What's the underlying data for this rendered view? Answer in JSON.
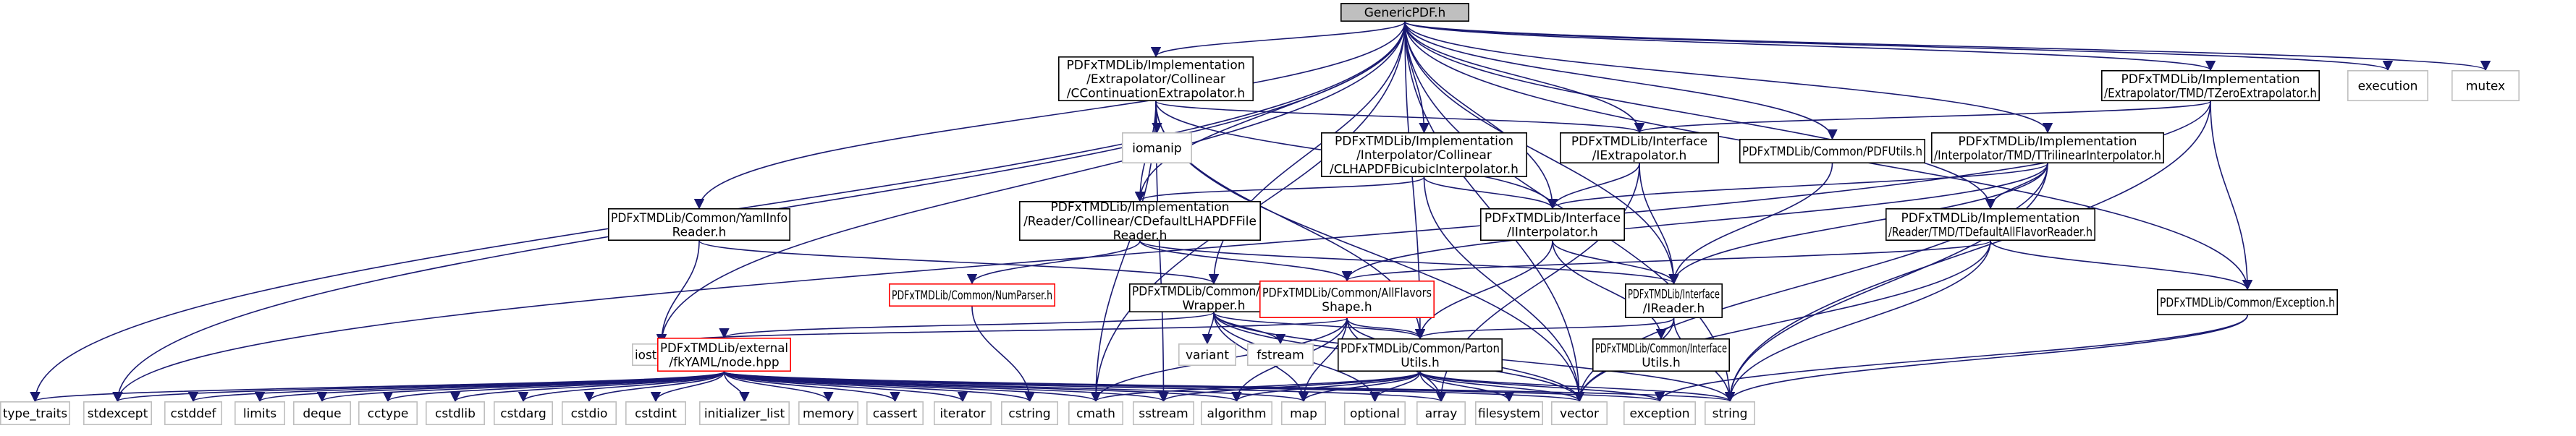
{
  "diagram": {
    "nodes": [
      {
        "id": "root",
        "lines": [
          "GenericPDF.h"
        ],
        "style": "root"
      },
      {
        "id": "cce",
        "lines": [
          "PDFxTMDLib/Implementation",
          "/Extrapolator/Collinear",
          "/CContinuationExtrapolator.h"
        ],
        "style": "normal"
      },
      {
        "id": "tze",
        "lines": [
          "PDFxTMDLib/Implementation",
          "/Extrapolator/TMD/TZeroExtrapolator.h"
        ],
        "style": "normal"
      },
      {
        "id": "execution",
        "lines": [
          "execution"
        ],
        "style": "system"
      },
      {
        "id": "mutex",
        "lines": [
          "mutex"
        ],
        "style": "system"
      },
      {
        "id": "iomanip",
        "lines": [
          "iomanip"
        ],
        "style": "system"
      },
      {
        "id": "iextrap",
        "lines": [
          "PDFxTMDLib/Interface",
          "/IExtrapolator.h"
        ],
        "style": "normal"
      },
      {
        "id": "bicubic",
        "lines": [
          "PDFxTMDLib/Implementation",
          "/Interpolator/Collinear",
          "/CLHAPDFBicubicInterpolator.h"
        ],
        "style": "normal"
      },
      {
        "id": "pdfutils",
        "lines": [
          "PDFxTMDLib/Common/PDFUtils.h"
        ],
        "style": "normal"
      },
      {
        "id": "trilinear",
        "lines": [
          "PDFxTMDLib/Implementation",
          "/Interpolator/TMD/TTrilinearInterpolator.h"
        ],
        "style": "normal"
      },
      {
        "id": "yaml",
        "lines": [
          "PDFxTMDLib/Common/YamlInfo",
          "Reader.h"
        ],
        "style": "normal"
      },
      {
        "id": "lhareader",
        "lines": [
          "PDFxTMDLib/Implementation",
          "/Reader/Collinear/CDefaultLHAPDFFile",
          "Reader.h"
        ],
        "style": "normal"
      },
      {
        "id": "iinterp",
        "lines": [
          "PDFxTMDLib/Interface",
          "/IInterpolator.h"
        ],
        "style": "normal"
      },
      {
        "id": "tdefault",
        "lines": [
          "PDFxTMDLib/Implementation",
          "/Reader/TMD/TDefaultAllFlavorReader.h"
        ],
        "style": "normal"
      },
      {
        "id": "numparser",
        "lines": [
          "PDFxTMDLib/Common/NumParser.h"
        ],
        "style": "missing"
      },
      {
        "id": "config",
        "lines": [
          "PDFxTMDLib/Common/Config",
          "Wrapper.h"
        ],
        "style": "normal"
      },
      {
        "id": "allflavors",
        "lines": [
          "PDFxTMDLib/Common/AllFlavors",
          "Shape.h"
        ],
        "style": "missing"
      },
      {
        "id": "ireader",
        "lines": [
          "PDFxTMDLib/Interface",
          "/IReader.h"
        ],
        "style": "normal"
      },
      {
        "id": "exceptionh",
        "lines": [
          "PDFxTMDLib/Common/Exception.h"
        ],
        "style": "normal"
      },
      {
        "id": "iostream",
        "lines": [
          "iostream"
        ],
        "style": "system"
      },
      {
        "id": "fkyaml",
        "lines": [
          "PDFxTMDLib/external",
          "/fkYAML/node.hpp"
        ],
        "style": "missing"
      },
      {
        "id": "variant",
        "lines": [
          "variant"
        ],
        "style": "system"
      },
      {
        "id": "fstream",
        "lines": [
          "fstream"
        ],
        "style": "system"
      },
      {
        "id": "parton",
        "lines": [
          "PDFxTMDLib/Common/Parton",
          "Utils.h"
        ],
        "style": "normal"
      },
      {
        "id": "ifaceutils",
        "lines": [
          "PDFxTMDLib/Common/Interface",
          "Utils.h"
        ],
        "style": "normal"
      },
      {
        "id": "type_traits",
        "lines": [
          "type_traits"
        ],
        "style": "system"
      },
      {
        "id": "stdexcept",
        "lines": [
          "stdexcept"
        ],
        "style": "system"
      },
      {
        "id": "cstddef",
        "lines": [
          "cstddef"
        ],
        "style": "system"
      },
      {
        "id": "limits",
        "lines": [
          "limits"
        ],
        "style": "system"
      },
      {
        "id": "deque",
        "lines": [
          "deque"
        ],
        "style": "system"
      },
      {
        "id": "cctype",
        "lines": [
          "cctype"
        ],
        "style": "system"
      },
      {
        "id": "cstdlib",
        "lines": [
          "cstdlib"
        ],
        "style": "system"
      },
      {
        "id": "cstdarg",
        "lines": [
          "cstdarg"
        ],
        "style": "system"
      },
      {
        "id": "cstdio",
        "lines": [
          "cstdio"
        ],
        "style": "system"
      },
      {
        "id": "cstdint",
        "lines": [
          "cstdint"
        ],
        "style": "system"
      },
      {
        "id": "initializer_list",
        "lines": [
          "initializer_list"
        ],
        "style": "system"
      },
      {
        "id": "memory",
        "lines": [
          "memory"
        ],
        "style": "system"
      },
      {
        "id": "cassert",
        "lines": [
          "cassert"
        ],
        "style": "system"
      },
      {
        "id": "iterator",
        "lines": [
          "iterator"
        ],
        "style": "system"
      },
      {
        "id": "cstring",
        "lines": [
          "cstring"
        ],
        "style": "system"
      },
      {
        "id": "cmath",
        "lines": [
          "cmath"
        ],
        "style": "system"
      },
      {
        "id": "sstream",
        "lines": [
          "sstream"
        ],
        "style": "system"
      },
      {
        "id": "algorithm",
        "lines": [
          "algorithm"
        ],
        "style": "system"
      },
      {
        "id": "map",
        "lines": [
          "map"
        ],
        "style": "system"
      },
      {
        "id": "optional",
        "lines": [
          "optional"
        ],
        "style": "system"
      },
      {
        "id": "array",
        "lines": [
          "array"
        ],
        "style": "system"
      },
      {
        "id": "filesystem",
        "lines": [
          "filesystem"
        ],
        "style": "system"
      },
      {
        "id": "vector",
        "lines": [
          "vector"
        ],
        "style": "system"
      },
      {
        "id": "exception",
        "lines": [
          "exception"
        ],
        "style": "system"
      },
      {
        "id": "string",
        "lines": [
          "string"
        ],
        "style": "system"
      }
    ],
    "edges": [
      [
        "root",
        "cce"
      ],
      [
        "root",
        "tze"
      ],
      [
        "root",
        "execution"
      ],
      [
        "root",
        "mutex"
      ],
      [
        "root",
        "iextrap"
      ],
      [
        "root",
        "bicubic"
      ],
      [
        "root",
        "pdfutils"
      ],
      [
        "root",
        "trilinear"
      ],
      [
        "root",
        "yaml"
      ],
      [
        "root",
        "lhareader"
      ],
      [
        "root",
        "iinterp"
      ],
      [
        "root",
        "tdefault"
      ],
      [
        "root",
        "config"
      ],
      [
        "root",
        "ireader"
      ],
      [
        "root",
        "exceptionh"
      ],
      [
        "root",
        "iostream"
      ],
      [
        "root",
        "parton"
      ],
      [
        "root",
        "type_traits"
      ],
      [
        "root",
        "stdexcept"
      ],
      [
        "root",
        "cmath"
      ],
      [
        "root",
        "vector"
      ],
      [
        "root",
        "string"
      ],
      [
        "cce",
        "iomanip"
      ],
      [
        "cce",
        "iextrap"
      ],
      [
        "cce",
        "iinterp"
      ],
      [
        "cce",
        "lhareader"
      ],
      [
        "cce",
        "parton"
      ],
      [
        "cce",
        "cmath"
      ],
      [
        "cce",
        "vector"
      ],
      [
        "cce",
        "sstream"
      ],
      [
        "tze",
        "iextrap"
      ],
      [
        "tze",
        "exceptionh"
      ],
      [
        "tze",
        "string"
      ],
      [
        "tze",
        "stdexcept"
      ],
      [
        "iextrap",
        "iinterp"
      ],
      [
        "iextrap",
        "ireader"
      ],
      [
        "iextrap",
        "array"
      ],
      [
        "bicubic",
        "iinterp"
      ],
      [
        "bicubic",
        "lhareader"
      ],
      [
        "bicubic",
        "vector"
      ],
      [
        "pdfutils",
        "ireader"
      ],
      [
        "trilinear",
        "iinterp"
      ],
      [
        "trilinear",
        "tdefault"
      ],
      [
        "trilinear",
        "ireader"
      ],
      [
        "trilinear",
        "allflavors"
      ],
      [
        "trilinear",
        "vector"
      ],
      [
        "trilinear",
        "string"
      ],
      [
        "yaml",
        "config"
      ],
      [
        "yaml",
        "iostream"
      ],
      [
        "lhareader",
        "numparser"
      ],
      [
        "lhareader",
        "allflavors"
      ],
      [
        "lhareader",
        "ireader"
      ],
      [
        "iinterp",
        "ireader"
      ],
      [
        "iinterp",
        "parton"
      ],
      [
        "iinterp",
        "ifaceutils"
      ],
      [
        "tdefault",
        "allflavors"
      ],
      [
        "tdefault",
        "exceptionh"
      ],
      [
        "tdefault",
        "vector"
      ],
      [
        "tdefault",
        "string"
      ],
      [
        "numparser",
        "cstring"
      ],
      [
        "config",
        "variant"
      ],
      [
        "config",
        "fstream"
      ],
      [
        "config",
        "fkyaml"
      ],
      [
        "config",
        "parton"
      ],
      [
        "config",
        "string"
      ],
      [
        "config",
        "map"
      ],
      [
        "config",
        "optional"
      ],
      [
        "config",
        "vector"
      ],
      [
        "allflavors",
        "parton"
      ],
      [
        "allflavors",
        "iostream"
      ],
      [
        "allflavors",
        "map"
      ],
      [
        "allflavors",
        "vector"
      ],
      [
        "allflavors",
        "cmath"
      ],
      [
        "allflavors",
        "algorithm"
      ],
      [
        "allflavors",
        "array"
      ],
      [
        "ireader",
        "parton"
      ],
      [
        "ireader",
        "ifaceutils"
      ],
      [
        "ireader",
        "vector"
      ],
      [
        "ireader",
        "string"
      ],
      [
        "exceptionh",
        "exception"
      ],
      [
        "exceptionh",
        "string"
      ],
      [
        "parton",
        "filesystem"
      ],
      [
        "parton",
        "map"
      ],
      [
        "parton",
        "optional"
      ],
      [
        "parton",
        "array"
      ],
      [
        "parton",
        "vector"
      ],
      [
        "parton",
        "string"
      ],
      [
        "parton",
        "sstream"
      ],
      [
        "parton",
        "algorithm"
      ],
      [
        "parton",
        "cmath"
      ],
      [
        "parton",
        "exception"
      ],
      [
        "fkyaml",
        "type_traits"
      ],
      [
        "fkyaml",
        "stdexcept"
      ],
      [
        "fkyaml",
        "cstddef"
      ],
      [
        "fkyaml",
        "limits"
      ],
      [
        "fkyaml",
        "deque"
      ],
      [
        "fkyaml",
        "cctype"
      ],
      [
        "fkyaml",
        "cstdlib"
      ],
      [
        "fkyaml",
        "cstdarg"
      ],
      [
        "fkyaml",
        "cstdio"
      ],
      [
        "fkyaml",
        "cstdint"
      ],
      [
        "fkyaml",
        "initializer_list"
      ],
      [
        "fkyaml",
        "memory"
      ],
      [
        "fkyaml",
        "cassert"
      ],
      [
        "fkyaml",
        "iterator"
      ],
      [
        "fkyaml",
        "cstring"
      ],
      [
        "fkyaml",
        "cmath"
      ],
      [
        "fkyaml",
        "sstream"
      ],
      [
        "fkyaml",
        "algorithm"
      ],
      [
        "fkyaml",
        "map"
      ],
      [
        "fkyaml",
        "array"
      ],
      [
        "fkyaml",
        "vector"
      ],
      [
        "fkyaml",
        "string"
      ],
      [
        "fkyaml",
        "exception"
      ]
    ],
    "colors": {
      "edge": "#191970",
      "root_fill": "#bfbfbf",
      "root_border": "#000000",
      "normal_border": "#000000",
      "missing_border": "#ff0000",
      "system_border": "#bfbfbf",
      "fill": "#ffffff"
    }
  }
}
